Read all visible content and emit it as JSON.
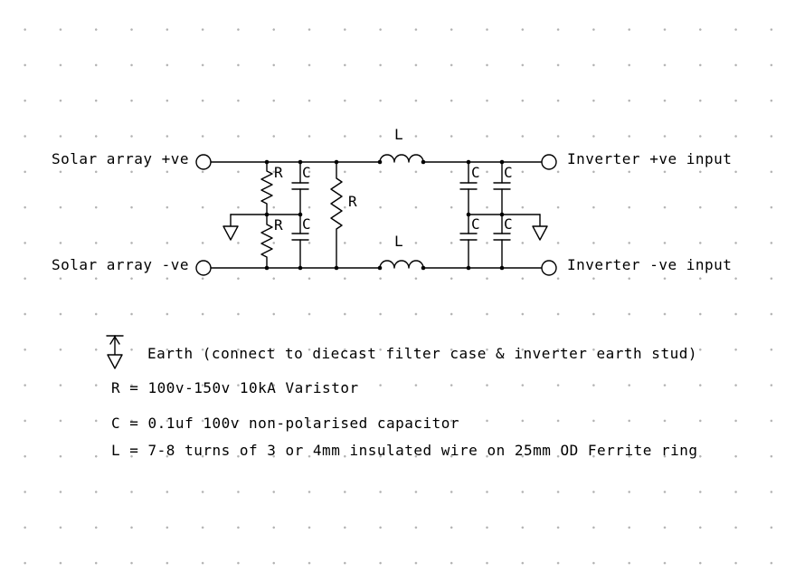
{
  "colors": {
    "background": "#ffffff",
    "grid_dot": "#b2b2b2",
    "line": "#000000"
  },
  "terminals": {
    "solar_pos": "Solar array +ve",
    "solar_neg": "Solar array -ve",
    "inverter_pos": "Inverter +ve input",
    "inverter_neg": "Inverter -ve input"
  },
  "component_labels": {
    "inductor": "L",
    "resistor": "R",
    "capacitor": "C"
  },
  "legend": {
    "earth_note": "Earth (connect to diecast filter case & inverter earth stud)",
    "resistor_note": "R = 100v-150v 10kA Varistor",
    "capacitor_note": "C =  0.1uf  100v non-polarised capacitor",
    "inductor_note": "L = 7-8 turns of 3 or 4mm insulated wire on 25mm OD Ferrite ring"
  }
}
